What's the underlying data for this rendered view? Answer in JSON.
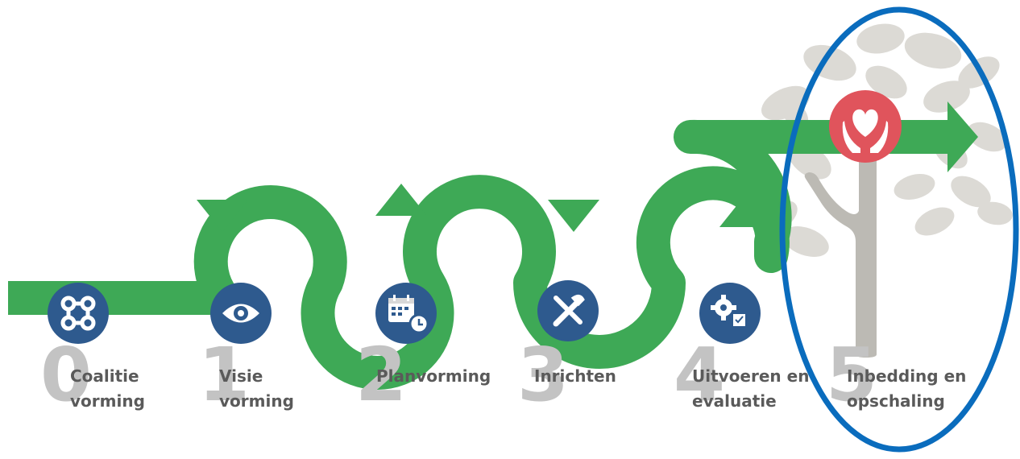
{
  "steps": [
    {
      "number": "0",
      "lines": [
        "Coalitie",
        "vorming"
      ],
      "icon": "network-icon"
    },
    {
      "number": "1",
      "lines": [
        "Visie",
        "vorming"
      ],
      "icon": "eye-icon"
    },
    {
      "number": "2",
      "lines": [
        "Planvorming"
      ],
      "icon": "calendar-clock-icon"
    },
    {
      "number": "3",
      "lines": [
        "Inrichten"
      ],
      "icon": "tools-icon"
    },
    {
      "number": "4",
      "lines": [
        "Uitvoeren en",
        "evaluatie"
      ],
      "icon": "gear-checklist-icon"
    },
    {
      "number": "5",
      "lines": [
        "Inbedding en",
        "opschaling"
      ],
      "icon": "heart-hands-icon"
    }
  ],
  "colors": {
    "arrow_green": "#3ea956",
    "icon_blue": "#2e5a8e",
    "heart_red": "#e0545c",
    "highlight_blue": "#0a6cbd",
    "tree_gray": "#bcbab4",
    "leaf_gray": "#dcdad5",
    "number_gray": "#c3c3c3",
    "label_gray": "#5a5a5a"
  }
}
